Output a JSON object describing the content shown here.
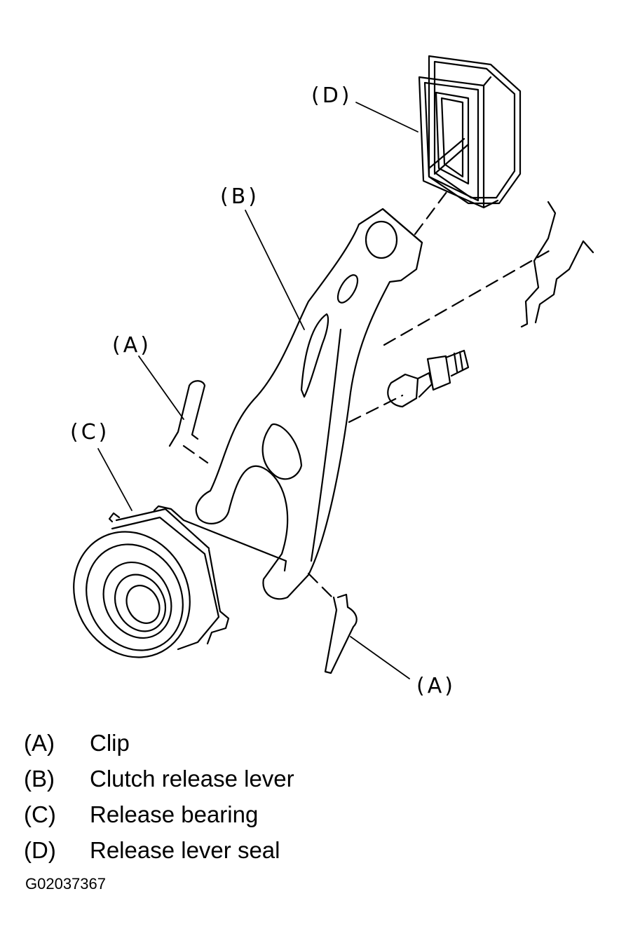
{
  "callouts": {
    "d": "(D)",
    "b": "(B)",
    "a_upper": "(A)",
    "c": "(C)",
    "a_lower": "(A)"
  },
  "legend": [
    {
      "key": "(A)",
      "label": "Clip"
    },
    {
      "key": "(B)",
      "label": "Clutch release lever"
    },
    {
      "key": "(C)",
      "label": "Release bearing"
    },
    {
      "key": "(D)",
      "label": "Release lever seal"
    }
  ],
  "figure_id": "G02037367"
}
